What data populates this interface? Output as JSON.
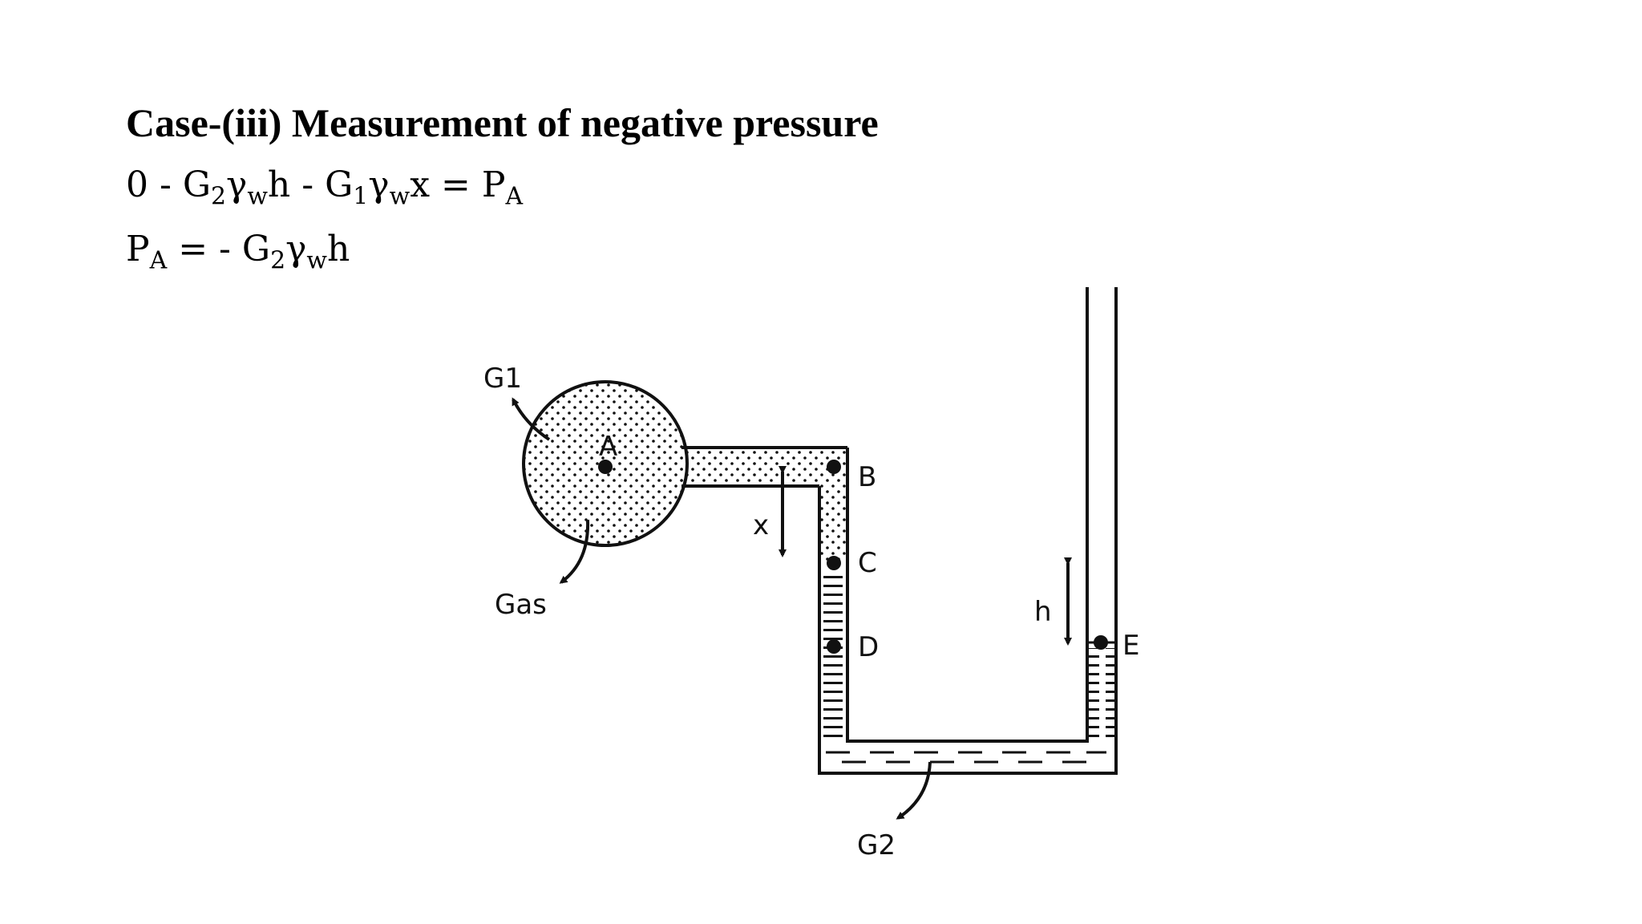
{
  "heading": "Case-(iii) Measurement of negative pressure",
  "equation1": {
    "lead": "0 - G",
    "sub_a": "2",
    "mid_a": "γ",
    "sub_b": "w",
    "mid_b": "h - G",
    "sub_c": "1",
    "mid_c": "γ",
    "sub_d": "w",
    "tail": "x = P",
    "sub_e": "A"
  },
  "equation2": {
    "lead": "P",
    "sub_a": "A",
    "mid": " = - G",
    "sub_b": "2",
    "mid_b": "γ",
    "sub_c": "w",
    "tail": "h"
  },
  "diagram": {
    "labels": {
      "g1": "G1",
      "point_a": "A",
      "gas": "Gas",
      "x": "x",
      "point_b": "B",
      "point_c": "C",
      "point_d": "D",
      "h": "h",
      "point_e": "E",
      "g2": "G2"
    }
  }
}
